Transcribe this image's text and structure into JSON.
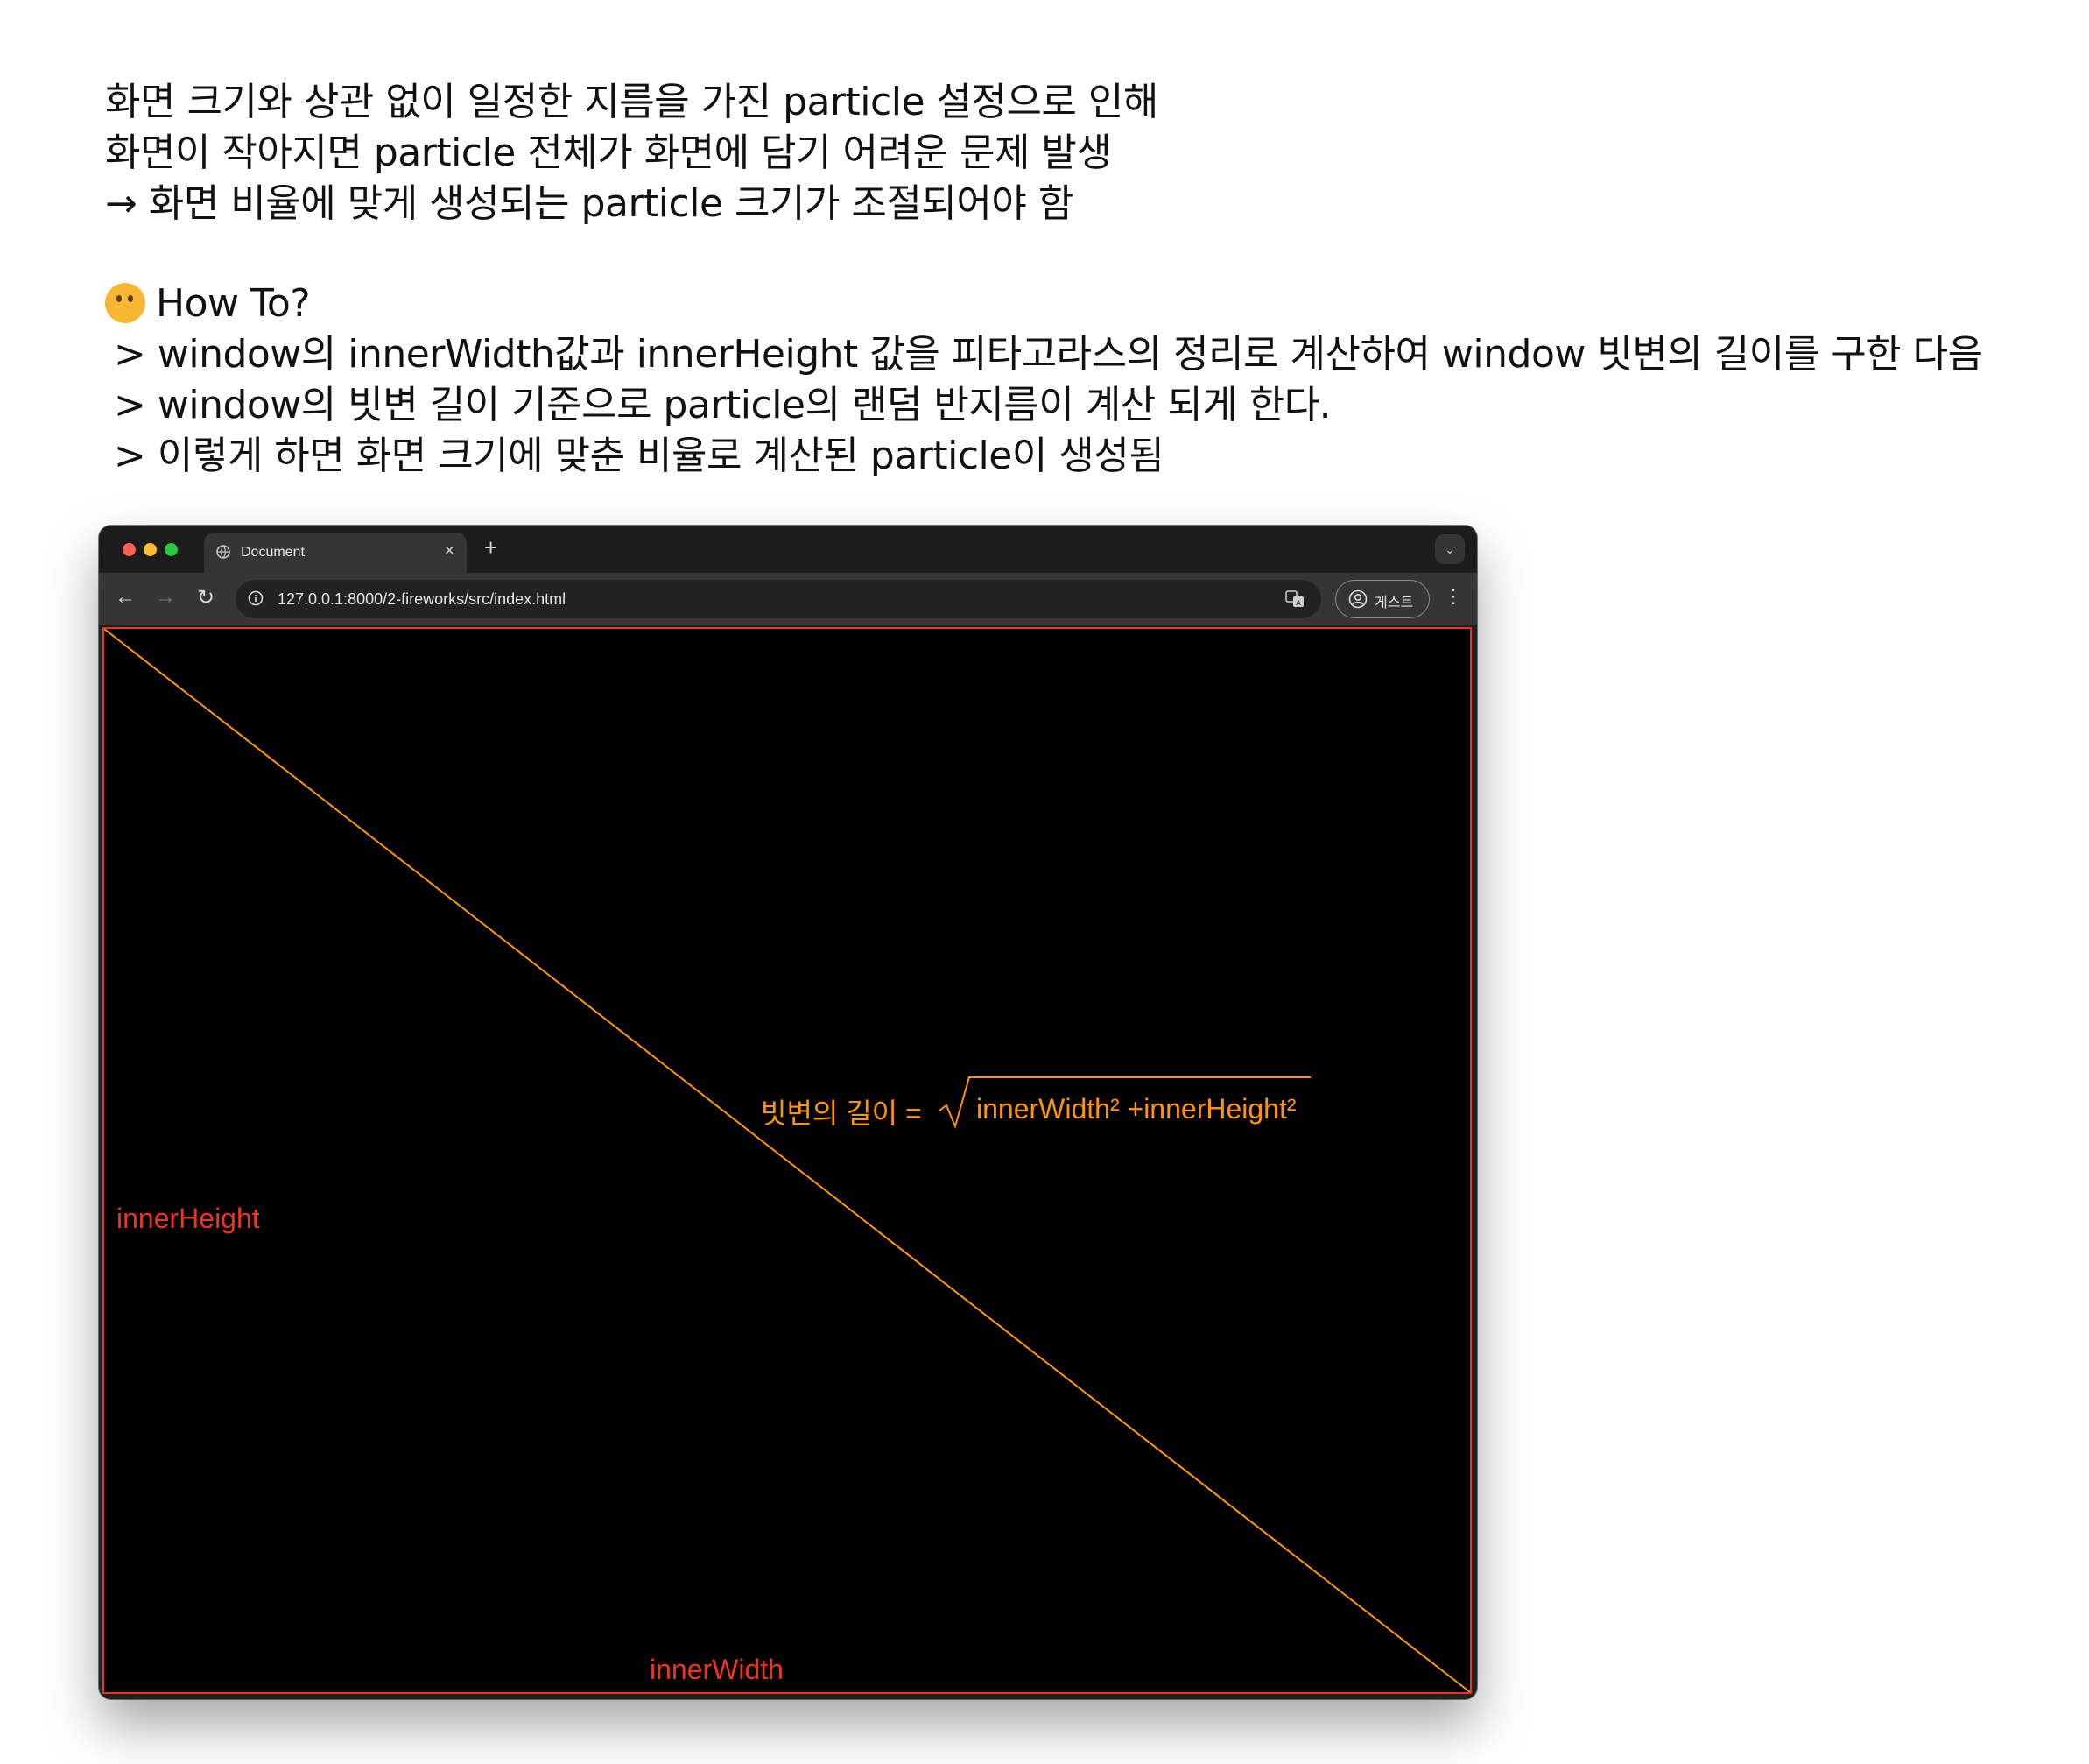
{
  "notes": {
    "problem_lines": [
      "화면 크기와 상관 없이 일정한 지름을 가진 particle 설정으로 인해",
      "화면이 작아지면 particle 전체가 화면에 담기 어려운 문제 발생",
      "→ 화면 비율에 맞게 생성되는 particle 크기가 조절되어야 함"
    ],
    "howto_heading": "How To?",
    "howto_lines": [
      "> window의 innerWidth값과 innerHeight 값을 피타고라스의 정리로 계산하여 window 빗변의 길이를 구한 다음",
      "> window의 빗변 길이 기준으로 particle의 랜덤 반지름이 계산 되게 한다.",
      "> 이렇게 하면 화면 크기에 맞춘 비율로 계산된 particle이 생성됨"
    ],
    "emoji": "thinking-face-icon"
  },
  "browser": {
    "tab_title": "Document",
    "tab_close": "×",
    "new_tab": "+",
    "url": "127.0.0.1:8000/2-fireworks/src/index.html",
    "profile_label": "게스트",
    "nav_back": "←",
    "nav_forward": "→",
    "nav_reload": "↻",
    "menu": "⋮",
    "tab_menu": "⌄"
  },
  "diagram": {
    "height_label": "innerHeight",
    "width_label": "innerWidth",
    "formula_lhs": "빗변의 길이 =",
    "formula_rhs": "innerWidth² +innerHeight²"
  },
  "colors": {
    "border_red": "#e8331e",
    "diagonal_orange": "#ff9500",
    "label_red": "#ee3420"
  }
}
